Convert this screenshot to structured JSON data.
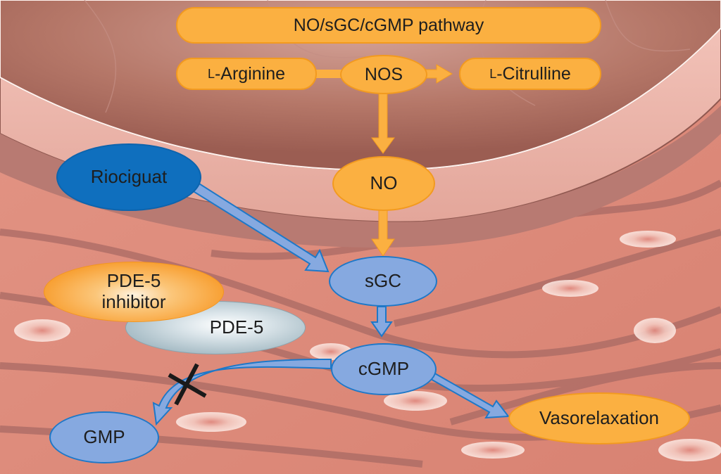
{
  "title": "NO/sGC/cGMP pathway",
  "nodes": {
    "l_arginine": {
      "prefix": "L",
      "label": "-Arginine"
    },
    "nos": {
      "label": "NOS"
    },
    "l_citrulline": {
      "prefix": "L",
      "label": "-Citrulline"
    },
    "no": {
      "label": "NO"
    },
    "riociguat": {
      "label": "Riociguat"
    },
    "sgc": {
      "label": "sGC"
    },
    "pde5_inhibitor": {
      "line1": "PDE-5",
      "line2": "inhibitor"
    },
    "pde5": {
      "label": "PDE-5"
    },
    "cgmp": {
      "label": "cGMP"
    },
    "gmp": {
      "label": "GMP"
    },
    "vasorelaxation": {
      "label": "Vasorelaxation"
    }
  },
  "edges": [
    {
      "from": "l_arginine",
      "to": "nos",
      "type": "connector"
    },
    {
      "from": "nos",
      "to": "l_citrulline",
      "type": "arrow"
    },
    {
      "from": "nos",
      "to": "no",
      "type": "arrow"
    },
    {
      "from": "no",
      "to": "sgc",
      "type": "arrow"
    },
    {
      "from": "riociguat",
      "to": "sgc",
      "type": "arrow"
    },
    {
      "from": "sgc",
      "to": "cgmp",
      "type": "arrow"
    },
    {
      "from": "cgmp",
      "to": "gmp",
      "type": "arrow",
      "blocked": true
    },
    {
      "from": "cgmp",
      "to": "vasorelaxation",
      "type": "arrow"
    }
  ],
  "colors": {
    "orange_fill": "#fbb041",
    "orange_stroke": "#f29a1f",
    "blue_fill": "#86a9e0",
    "blue_stroke": "#1e78c8",
    "riociguat_fill": "#0f6fbe",
    "block_mark": "#1a1a1a",
    "tissue": "#c97a6e",
    "lumen": "#a8685e"
  }
}
